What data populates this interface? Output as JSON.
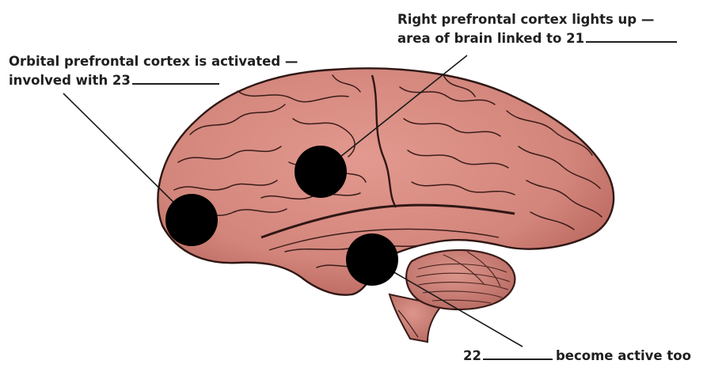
{
  "labels": {
    "right_prefrontal": {
      "line1": "Right prefrontal cortex lights up —",
      "line2": "area of brain linked to 21"
    },
    "orbital": {
      "line1": "Orbital prefrontal cortex is activated —",
      "line2": "involved with 23"
    },
    "bottom": {
      "number": "22",
      "text": "become active too"
    }
  },
  "colors": {
    "brain_fill": "#d98a80",
    "brain_shadow": "#a85a52",
    "gyri_lines": "#3a1c18",
    "markers": "#000000",
    "text": "#202020"
  }
}
